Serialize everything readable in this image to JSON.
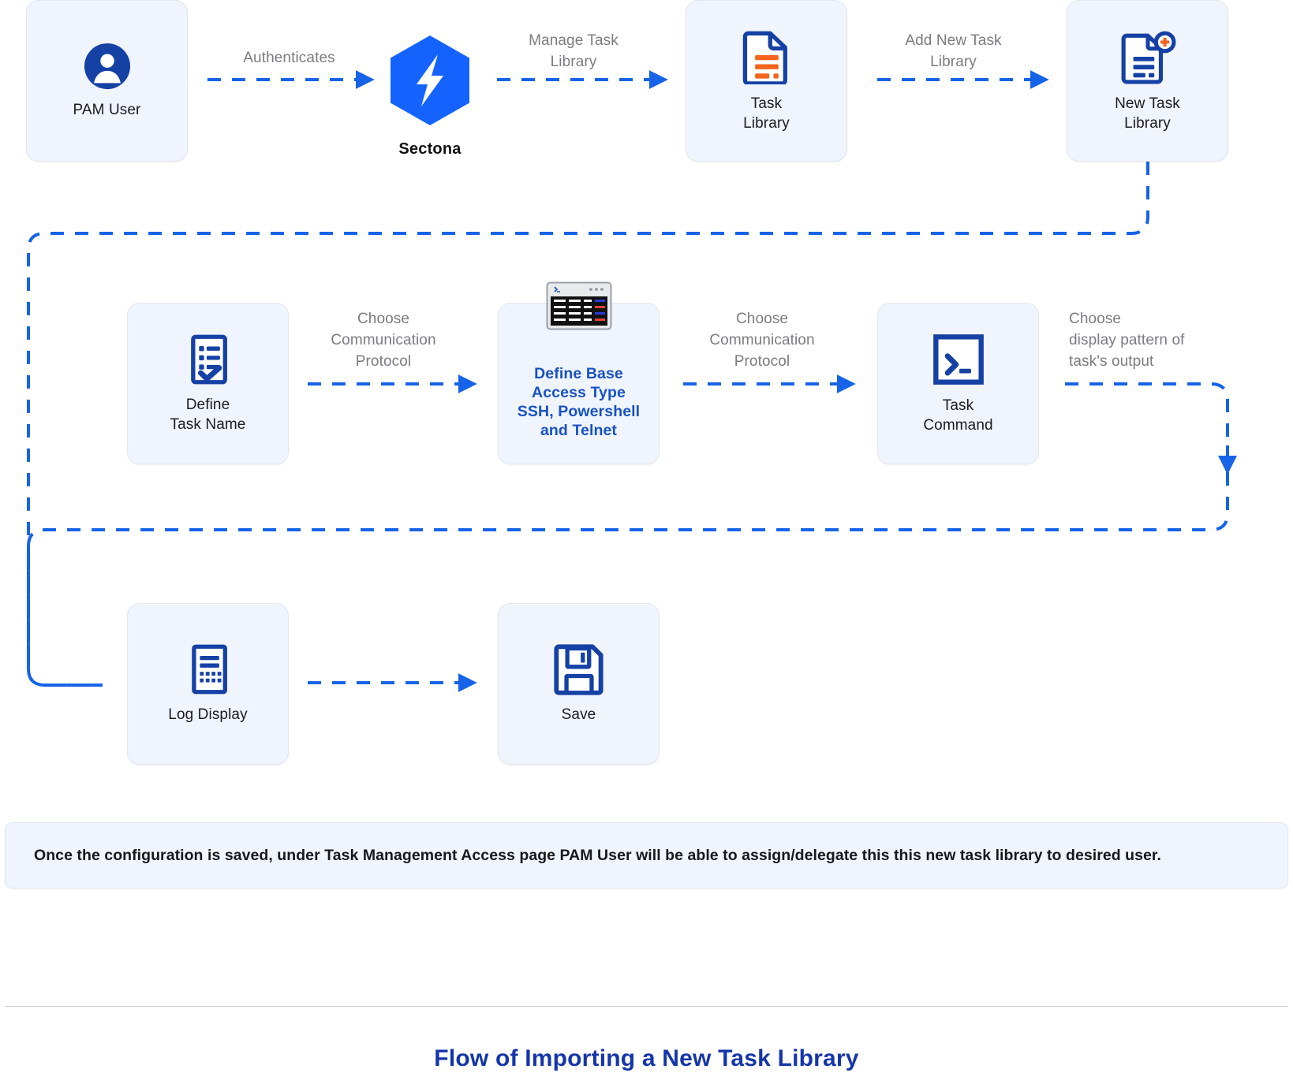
{
  "diagram": {
    "title": "Flow of Importing a New Task Library",
    "note": "Once the configuration is saved, under Task Management Access page PAM User will be able to assign/delegate this this new task library to desired user.",
    "colors": {
      "card_bg": "#f0f4fd",
      "card_border": "#e2e6ee",
      "arrow": "#1663e8",
      "icon_blue": "#1541a5",
      "icon_orange": "#f4641e",
      "brand_blue": "#1563ff",
      "label_gray": "#7b7b84",
      "title_blue": "#1536a8",
      "accent_text": "#1752c4"
    },
    "nodes": [
      {
        "id": "pam-user",
        "label": "PAM User",
        "icon": "user-avatar-icon",
        "style": "card"
      },
      {
        "id": "sectona",
        "label": "Sectona",
        "icon": "sectona-logo-icon",
        "style": "brand"
      },
      {
        "id": "task-library",
        "label": "Task\nLibrary",
        "icon": "document-list-icon",
        "style": "card"
      },
      {
        "id": "new-task-library",
        "label": "New Task\nLibrary",
        "icon": "document-add-icon",
        "style": "card"
      },
      {
        "id": "define-task-name",
        "label": "Define\nTask Name",
        "icon": "checklist-icon",
        "style": "card"
      },
      {
        "id": "base-access-type",
        "label": "Define Base\nAccess Type\nSSH, Powershell\nand Telnet",
        "icon": "terminal-window-icon",
        "style": "card-accent"
      },
      {
        "id": "task-command",
        "label": "Task\nCommand",
        "icon": "command-prompt-icon",
        "style": "card"
      },
      {
        "id": "log-display",
        "label": "Log Display",
        "icon": "log-document-icon",
        "style": "card"
      },
      {
        "id": "save",
        "label": "Save",
        "icon": "floppy-disk-icon",
        "style": "card"
      }
    ],
    "edges": [
      {
        "id": "e1",
        "from": "pam-user",
        "to": "sectona",
        "label": "Authenticates"
      },
      {
        "id": "e2",
        "from": "sectona",
        "to": "task-library",
        "label": "Manage Task\nLibrary"
      },
      {
        "id": "e3",
        "from": "task-library",
        "to": "new-task-library",
        "label": "Add New Task\nLibrary"
      },
      {
        "id": "e4",
        "from": "new-task-library",
        "to": "define-task-name",
        "label": ""
      },
      {
        "id": "e5",
        "from": "define-task-name",
        "to": "base-access-type",
        "label": "Choose\nCommunication\nProtocol"
      },
      {
        "id": "e6",
        "from": "base-access-type",
        "to": "task-command",
        "label": "Choose\nCommunication\nProtocol"
      },
      {
        "id": "e7",
        "from": "task-command",
        "to": "log-display",
        "label": "Choose\ndisplay pattern of\ntask's output"
      },
      {
        "id": "e8",
        "from": "log-display",
        "to": "save",
        "label": ""
      }
    ]
  }
}
